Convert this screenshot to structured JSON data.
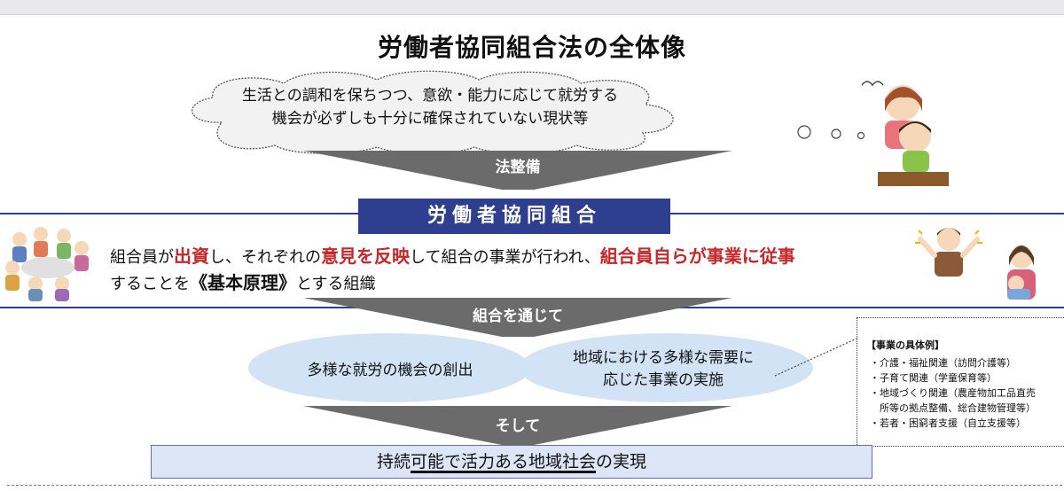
{
  "title": "労働者協同組合法の全体像",
  "cloud": {
    "line1": "生活との調和を保ちつつ、意欲・能力に応じて就労する",
    "line2": "機会が必ずしも十分に確保されていない現状等"
  },
  "arrows": {
    "first": "法整備",
    "second": "組合を通じて",
    "third": "そして"
  },
  "banner": "労働者協同組合",
  "principle": {
    "part1": "組合員が",
    "part2": "出資",
    "part3": "し、それぞれの",
    "part4": "意見を反映",
    "part5": "して組合の事業が行われ、",
    "part6": "組合員自らが事業に従事",
    "part7": "することを",
    "part8": "《基本原理》",
    "part9": "とする組織"
  },
  "outcomes": {
    "left": "多様な就労の機会の創出",
    "right_line1": "地域における多様な需要に",
    "right_line2": "応じた事業の実施"
  },
  "examples": {
    "heading": "【事業の具体例】",
    "items": [
      "・介護・福祉関連（訪問介護等）",
      "・子育て関連（学童保育等）",
      "・地域づくり関連（農産物加工品直売",
      "　所等の拠点整備、総合建物管理等）",
      "・若者・困窮者支援（自立支援等）"
    ]
  },
  "final": {
    "prefix": "持続",
    "underlined": "可能で活力ある地域社会",
    "suffix": "の実現"
  },
  "colors": {
    "banner": "#2e3f8f",
    "emphasis_red": "#c9262a",
    "arrow_gray": "#6b6b6b",
    "ellipse": "#d0e2f4",
    "final_box": "#dde6f7"
  }
}
